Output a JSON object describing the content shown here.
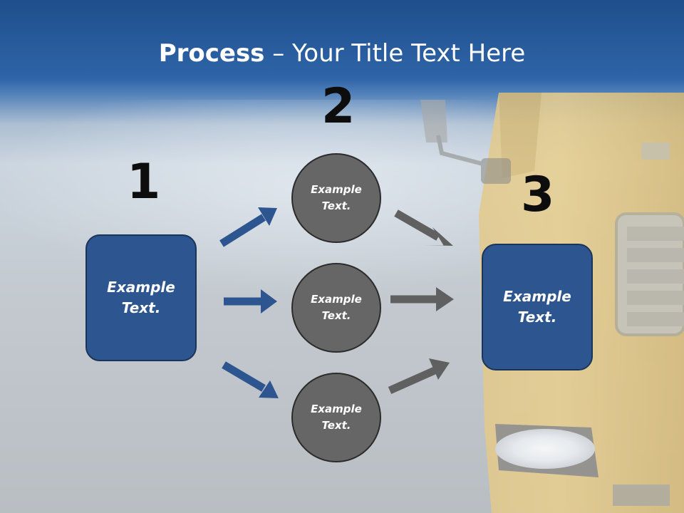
{
  "title": {
    "bold": "Process",
    "rest": " – Your Title Text Here"
  },
  "steps": [
    {
      "number": "1",
      "label": "Example Text."
    },
    {
      "number": "2",
      "items": [
        "Example Text.",
        "Example Text.",
        "Example Text."
      ]
    },
    {
      "number": "3",
      "label": "Example Text."
    }
  ],
  "colors": {
    "blue_box": "#2d5590",
    "circle": "#666666",
    "blue_arrow": "#2d5590",
    "gray_arrow": "#606060",
    "title_band": "#2e64a8"
  }
}
